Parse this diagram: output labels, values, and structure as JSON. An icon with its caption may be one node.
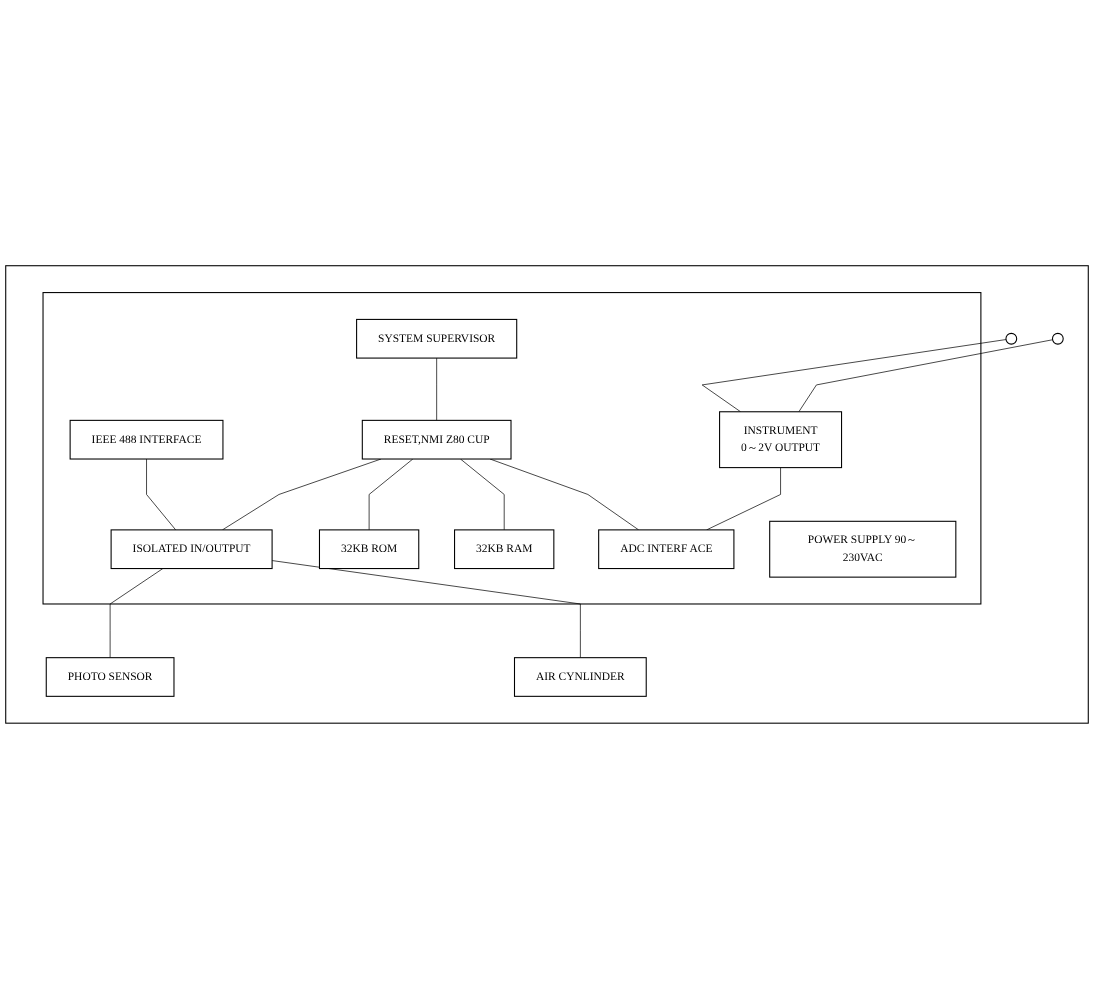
{
  "diagram": {
    "nodes": [
      {
        "text": [],
        "shape": "box"
      },
      {
        "text": [],
        "shape": "circle",
        "in": 0
      },
      {
        "text": [],
        "shape": "circle",
        "in": 0
      },
      {
        "text": [],
        "shape": "box",
        "in": 0
      },
      {
        "text": [
          "SYSTEM SUPERVISOR"
        ],
        "in": 3
      },
      {
        "text": [
          "IEEE 488 INTERFACE"
        ],
        "in": 3
      },
      {
        "text": [
          "INSTRUMENT",
          "0～2V OUTPUT"
        ],
        "in": 3
      },
      {
        "text": [
          "RESET,NMI Z80 CUP"
        ],
        "in": 3
      },
      {
        "text": [
          "32KB ROM"
        ],
        "in": 3
      },
      {
        "text": [
          "ISOLATED IN/OUTPUT"
        ],
        "in": 3
      },
      {
        "text": [
          "ADC INTERF ACE"
        ],
        "in": 3
      },
      {
        "text": [
          "32KB RAM"
        ],
        "in": 3
      },
      {
        "text": [
          "POWER SUPPLY 90～230VAC"
        ],
        "in": 3
      },
      {
        "text": [
          "PHOTO SENSOR"
        ],
        "in": 0
      },
      {
        "text": [
          "AIR CYNLINDER"
        ],
        "in": 0
      }
    ],
    "edges": [
      {
        "from": 1,
        "to": 6,
        "arrow": "none"
      },
      {
        "from": 2,
        "to": 6,
        "arrow": "none"
      },
      {
        "from": 4,
        "to": 7,
        "arrow": "none"
      },
      {
        "from": 5,
        "to": 9,
        "arrow": "none"
      },
      {
        "from": 7,
        "to": 8,
        "arrow": "none"
      },
      {
        "from": 7,
        "to": 11,
        "arrow": "none"
      },
      {
        "from": 7,
        "to": 9,
        "arrow": "none"
      },
      {
        "from": 7,
        "to": 10,
        "arrow": "none"
      },
      {
        "from": 6,
        "to": 10,
        "arrow": "none"
      },
      {
        "from": 9,
        "to": 13,
        "arrow": "none"
      },
      {
        "from": 9,
        "to": 14,
        "arrow": "none"
      }
    ]
  }
}
